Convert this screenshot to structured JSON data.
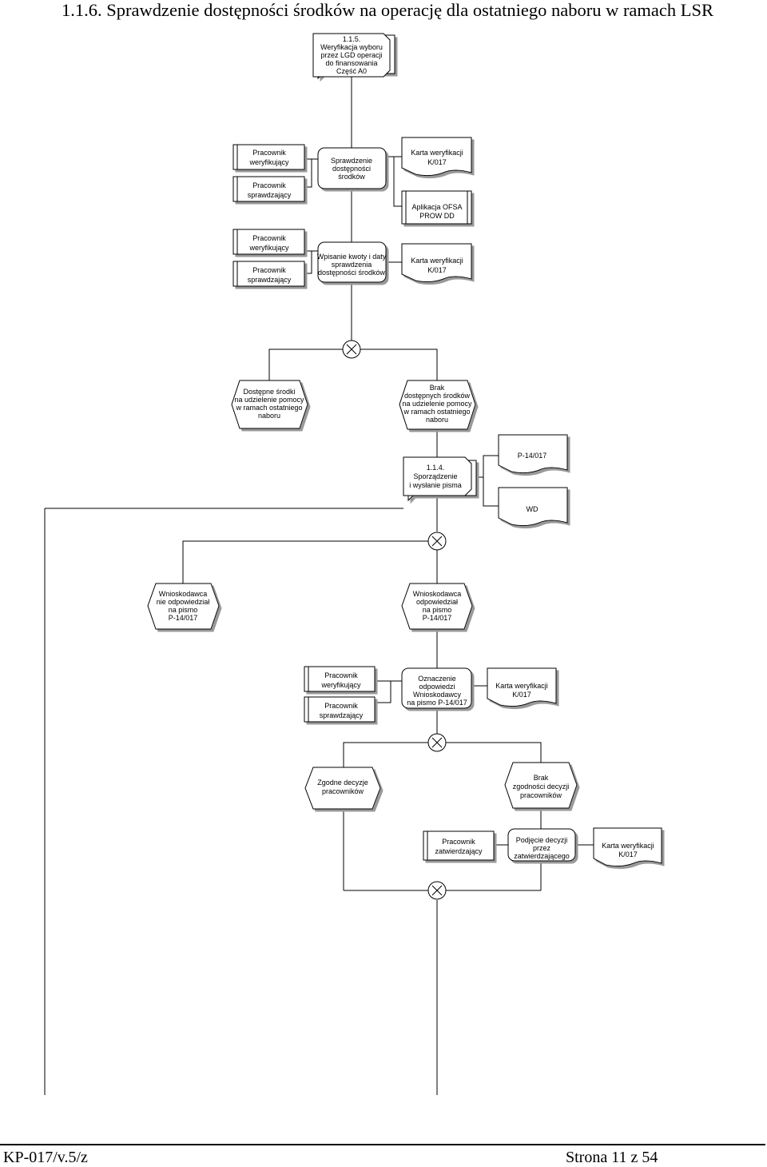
{
  "heading": "1.1.6.  Sprawdzenie dostępności środków na operację dla ostatniego naboru w ramach LSR",
  "footer": {
    "left": "KP-017/v.5/z",
    "right": "Strona 11 z 54"
  },
  "nodes": {
    "start_process": [
      "1.1.5.",
      "Weryfikacja wyboru",
      "przez LGD operacji",
      "do finansowania",
      "Część A0"
    ],
    "role_1a": [
      "Pracownik",
      "weryfikujący"
    ],
    "role_1b": [
      "Pracownik",
      "sprawdzający"
    ],
    "fn_check": [
      "Sprawdzenie",
      "dostępności",
      "środków"
    ],
    "doc_1": [
      "Karta weryfikacji",
      "K/017"
    ],
    "sys_1": [
      "Aplikacja OFSA",
      "PROW DD"
    ],
    "role_2a": [
      "Pracownik",
      "weryfikujący"
    ],
    "role_2b": [
      "Pracownik",
      "sprawdzający"
    ],
    "fn_enter": [
      "Wpisanie kwoty i daty",
      "sprawdzenia",
      "dostępności środków"
    ],
    "doc_2": [
      "Karta weryfikacji",
      "K/017"
    ],
    "ev_available": [
      "Dostępne środki",
      "na udzielenie pomocy",
      "w ramach ostatniego",
      "naboru"
    ],
    "ev_unavailable": [
      "Brak",
      "dostępnych środków",
      "na udzielenie pomocy",
      "w ramach ostatniego",
      "naboru"
    ],
    "proc_letter": [
      "1.1.4.",
      "Sporządzenie",
      "i wysłanie pisma"
    ],
    "doc_p14": [
      "P-14/017"
    ],
    "doc_wd": [
      "WD"
    ],
    "ev_no_reply": [
      "Wnioskodawca",
      "nie odpowiedział",
      "na pismo",
      "P-14/017"
    ],
    "ev_replied": [
      "Wnioskodawca",
      "odpowiedział",
      "na pismo",
      "P-14/017"
    ],
    "role_3a": [
      "Pracownik",
      "weryfikujący"
    ],
    "role_3b": [
      "Pracownik",
      "sprawdzający"
    ],
    "fn_mark": [
      "Oznaczenie",
      "odpowiedzi",
      "Wnioskodawcy",
      "na pismo P-14/017"
    ],
    "doc_3": [
      "Karta weryfikacji",
      "K/017"
    ],
    "ev_agree": [
      "Zgodne decyzje",
      "pracowników"
    ],
    "ev_disagree": [
      "Brak",
      "zgodności decyzji",
      "pracowników"
    ],
    "role_4": [
      "Pracownik",
      "zatwierdzający"
    ],
    "fn_decide": [
      "Podjęcie decyzji",
      "przez",
      "zatwierdzającego"
    ],
    "doc_4": [
      "Karta weryfikacji",
      "K/017"
    ]
  }
}
